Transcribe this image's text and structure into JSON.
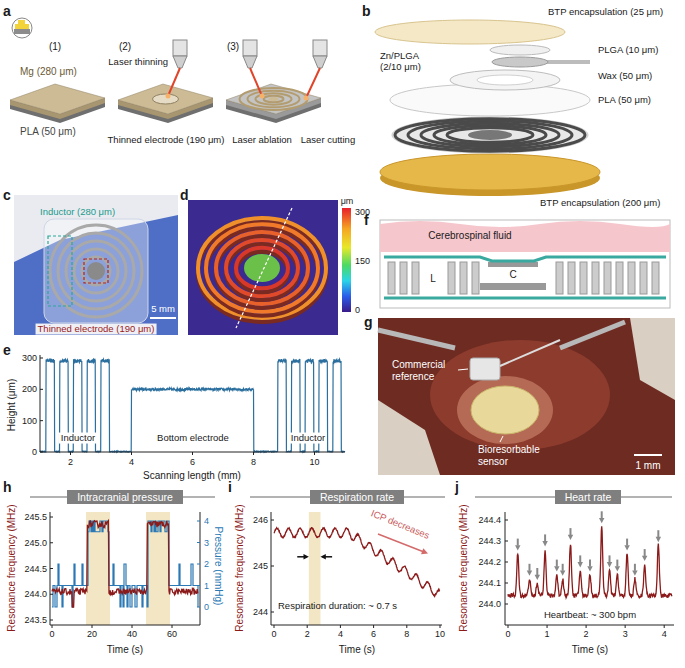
{
  "diagram": {
    "nodes": [
      {
        "text": [
          "Intracranial pressure"
        ]
      },
      {
        "text": [
          "Respiration rate"
        ]
      },
      {
        "text": [
          "Heart rate"
        ]
      }
    ],
    "labels": [
      "a",
      "b",
      "c",
      "d",
      "e",
      "f",
      "g",
      "h",
      "i",
      "j",
      "(1)",
      "Mg (280 μm)",
      "PLA (50 μm)",
      "(2)",
      "Laser thinning",
      "Thinned electrode (190 μm)",
      "(3)",
      "Laser ablation",
      "Laser cutting",
      "BTP encapsulation (25 μm)",
      "PLGA (10 μm)",
      "Zn/PLGA (2/10 μm)",
      "Wax (50 μm)",
      "PLA (50 μm)",
      "BTP encapsulation (200 μm)",
      "Inductor (280 μm)",
      "Thinned electrode (190 μm)",
      "5 mm",
      "μm",
      "300",
      "150",
      "0",
      "Height (μm)",
      "300",
      "200",
      "100",
      "0",
      "2",
      "4",
      "6",
      "8",
      "10",
      "Scanning length (mm)",
      "Inductor",
      "Bottom electrode",
      "Inductor",
      "Cerebrospinal fluid",
      "L",
      "C",
      "Commercial reference",
      "Bioresorbable sensor",
      "1 mm",
      "Resonance frequency (MHz)",
      "245.5",
      "245.0",
      "244.5",
      "244.0",
      "243.5",
      "Pressure (mmHg)",
      "0",
      "1",
      "2",
      "3",
      "4",
      "0",
      "20",
      "40",
      "60",
      "Time (s)",
      "Resonance frequency (MHz)",
      "246",
      "245",
      "244",
      "0",
      "2",
      "4",
      "6",
      "8",
      "10",
      "Time (s)",
      "ICP decreases",
      "Respiration duration: ~ 0.7 s",
      "Resonance frequency (MHz)",
      "244.4",
      "244.3",
      "244.2",
      "244.1",
      "244.0",
      "0",
      "1",
      "2",
      "3",
      "4",
      "Time (s)",
      "Heartbeat: ~ 300 bpm"
    ]
  }
}
